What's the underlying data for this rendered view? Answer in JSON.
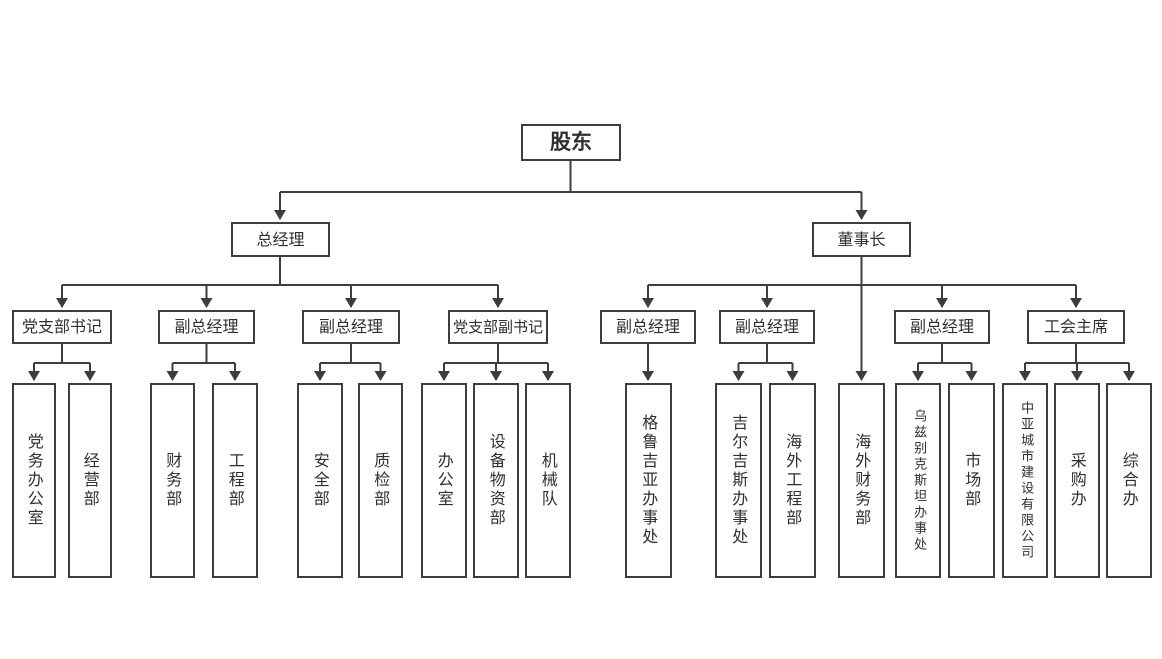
{
  "diagram_type": "org-chart",
  "colors": {
    "background": "#ffffff",
    "line": "#3d3d3d",
    "box_border": "#3d3d3d",
    "text": "#2f2f2f"
  },
  "tree": {
    "label": "股东",
    "children": [
      {
        "label": "总经理",
        "children": [
          {
            "label": "党支部书记",
            "children": [
              {
                "label": "党务办公室"
              },
              {
                "label": "经营部"
              }
            ]
          },
          {
            "label": "副总经理",
            "children": [
              {
                "label": "财务部"
              },
              {
                "label": "工程部"
              }
            ]
          },
          {
            "label": "副总经理",
            "children": [
              {
                "label": "安全部"
              },
              {
                "label": "质检部"
              }
            ]
          },
          {
            "label": "党支部副书记",
            "children": [
              {
                "label": "办公室"
              },
              {
                "label": "设备物资部"
              },
              {
                "label": "机械队"
              }
            ]
          }
        ]
      },
      {
        "label": "董事长",
        "children": [
          {
            "label": "副总经理",
            "children": [
              {
                "label": "格鲁吉亚办事处"
              }
            ]
          },
          {
            "label": "副总经理",
            "children": [
              {
                "label": "吉尔吉斯办事处"
              },
              {
                "label": "海外工程部"
              }
            ]
          },
          {
            "label": "海外财务部"
          },
          {
            "label": "副总经理",
            "children": [
              {
                "label": "乌兹别克斯坦办事处"
              },
              {
                "label": "市场部"
              }
            ]
          },
          {
            "label": "工会主席",
            "children": [
              {
                "label": "中亚城市建设有限公司"
              },
              {
                "label": "采购办"
              },
              {
                "label": "综合办"
              }
            ]
          }
        ]
      }
    ]
  }
}
